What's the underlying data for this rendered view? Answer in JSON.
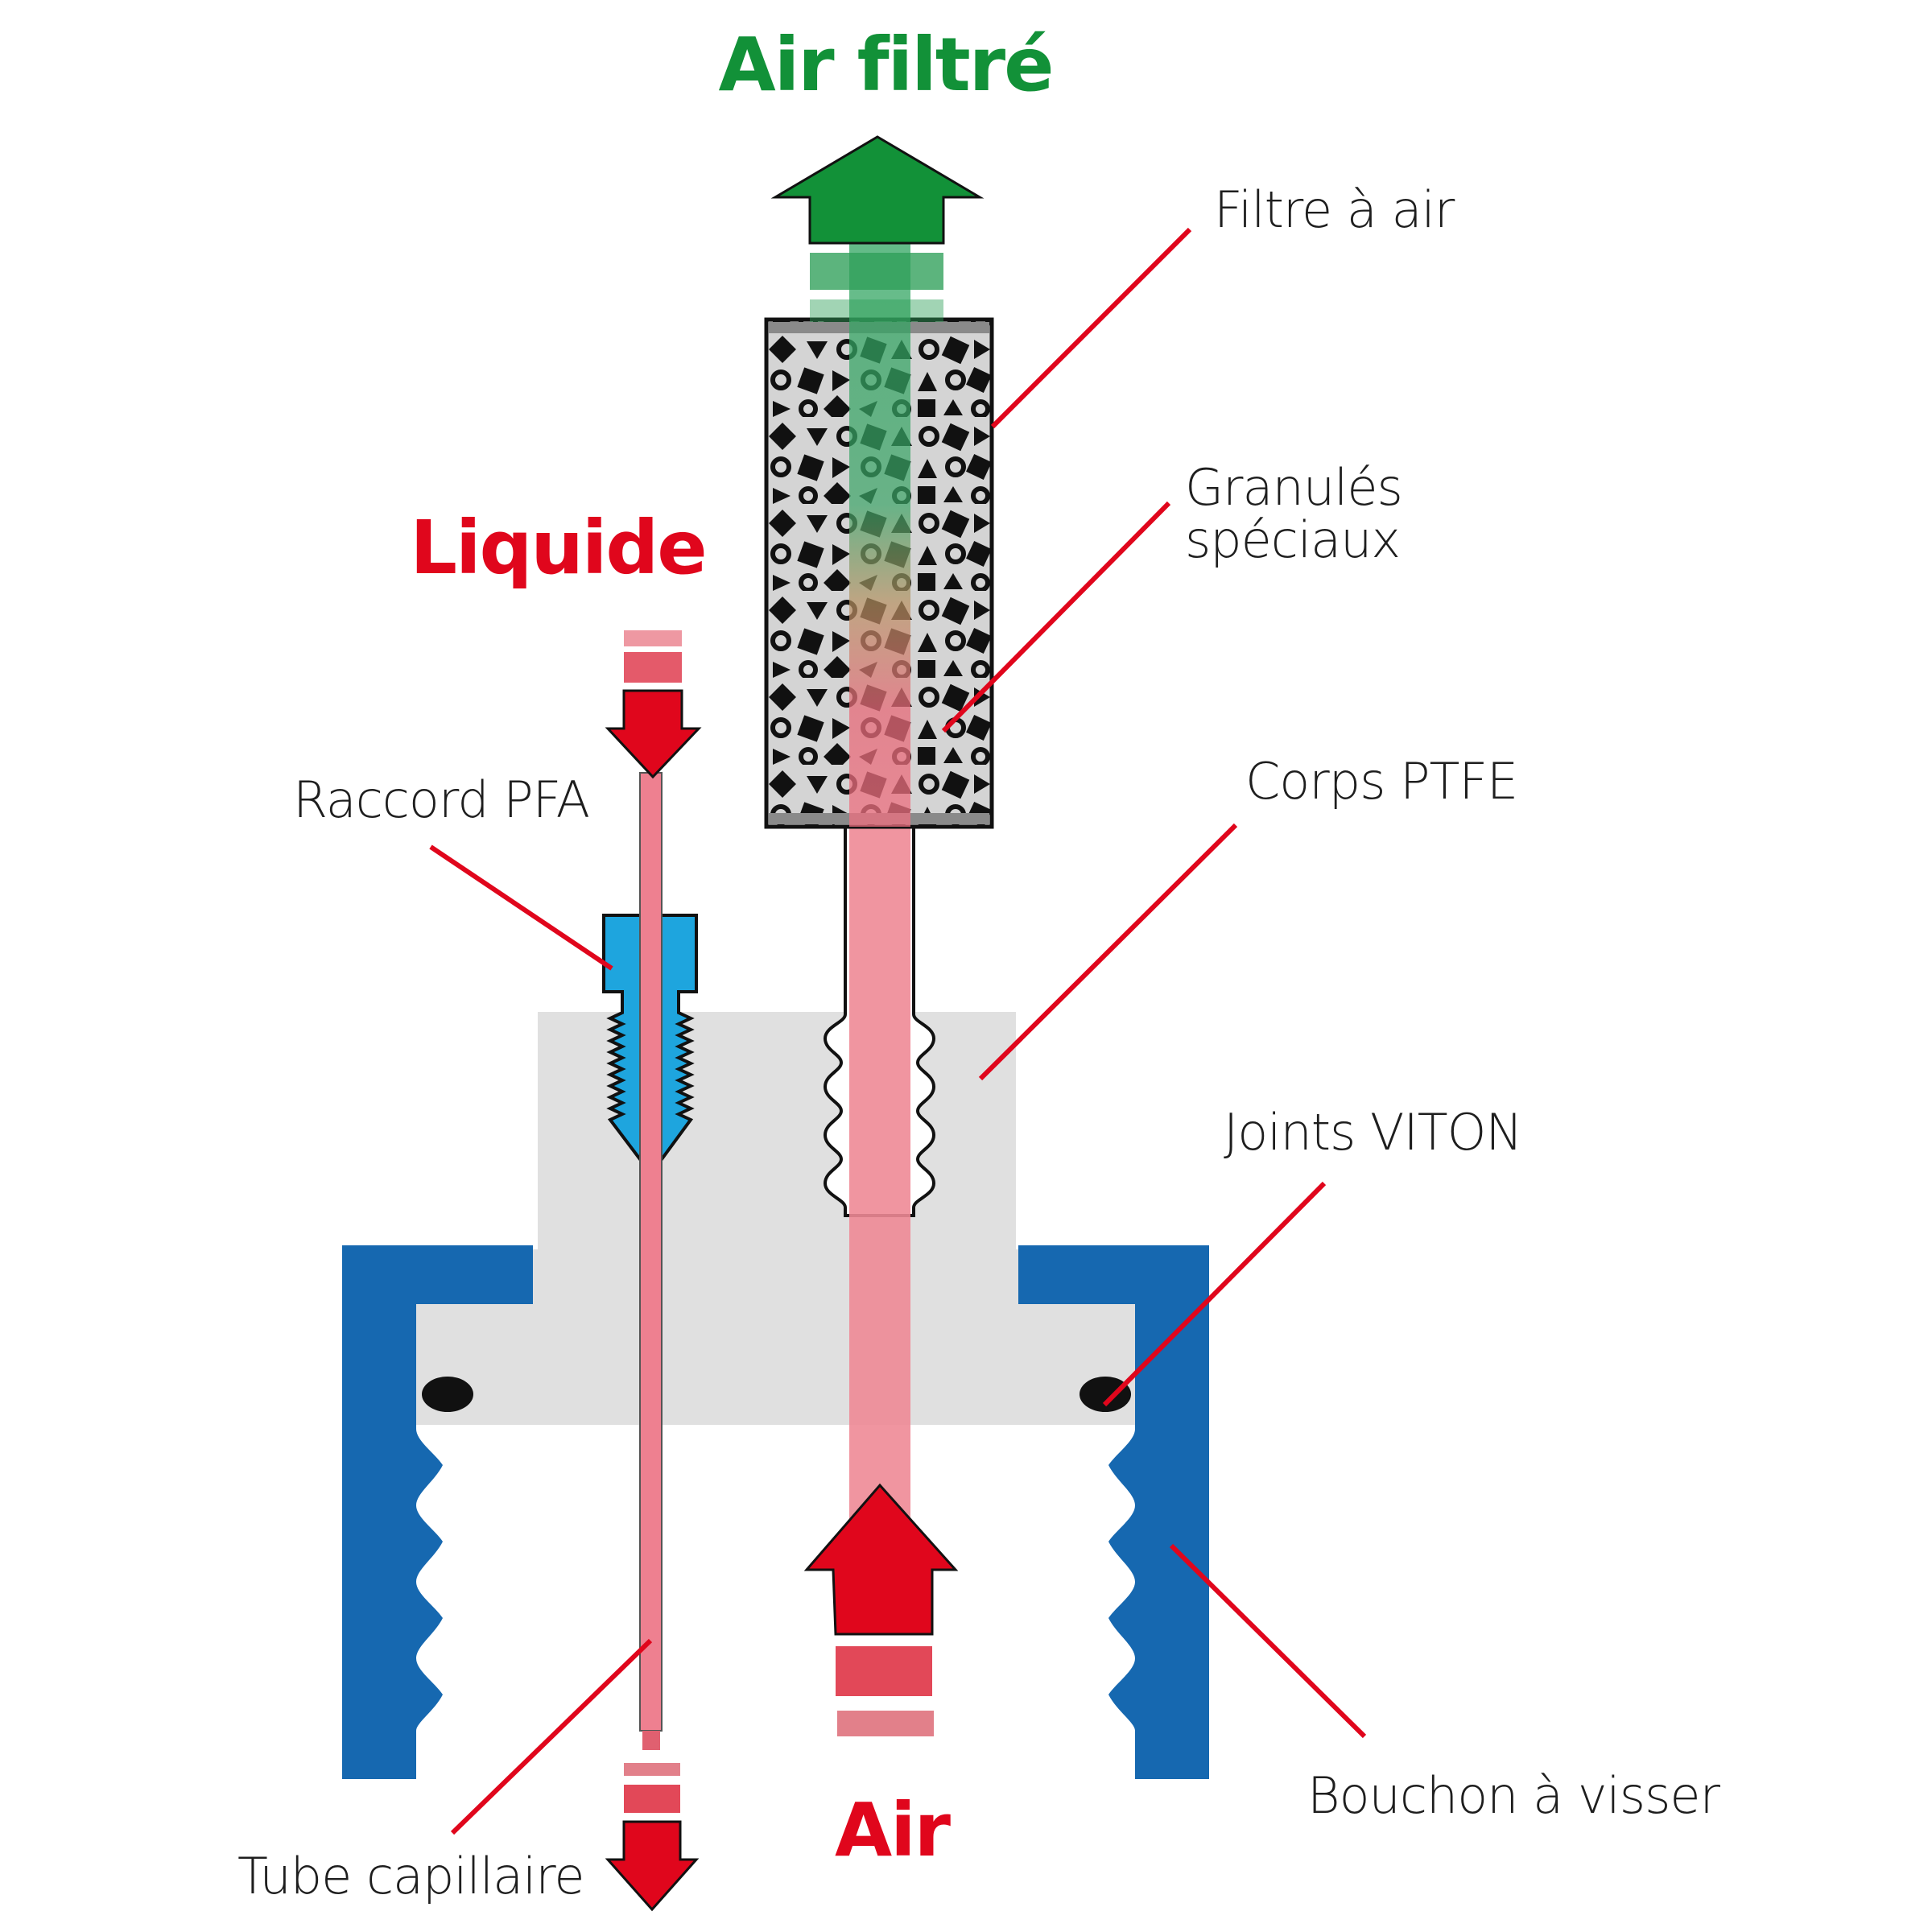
{
  "diagram": {
    "title_output": "Air filtré",
    "flow_labels": {
      "liquid": "Liquide",
      "air_in": "Air"
    },
    "component_labels": {
      "air_filter": "Filtre à air",
      "granules_line1": "Granulés",
      "granules_line2": "spéciaux",
      "body": "Corps PTFE",
      "seals": "Joints VITON",
      "screw_cap": "Bouchon à visser",
      "fitting": "Raccord PFA",
      "capillary_tube": "Tube capillaire"
    },
    "icons": {
      "output_arrow": "arrow-up-icon",
      "liquid_arrow_in": "arrow-down-icon",
      "liquid_arrow_out": "arrow-down-icon",
      "air_arrow": "arrow-up-icon"
    },
    "colors": {
      "filtered_air": "#129138",
      "liquid_air_red": "#e0061c",
      "leader_line": "#e0061c",
      "cap_blue": "#1668b0",
      "fitting_blue": "#1ea5de",
      "body_gray": "#e0e0e0",
      "filter_gray": "#d2d2d2",
      "tube_pink": "#ee8090",
      "seal_black": "#111111"
    }
  }
}
